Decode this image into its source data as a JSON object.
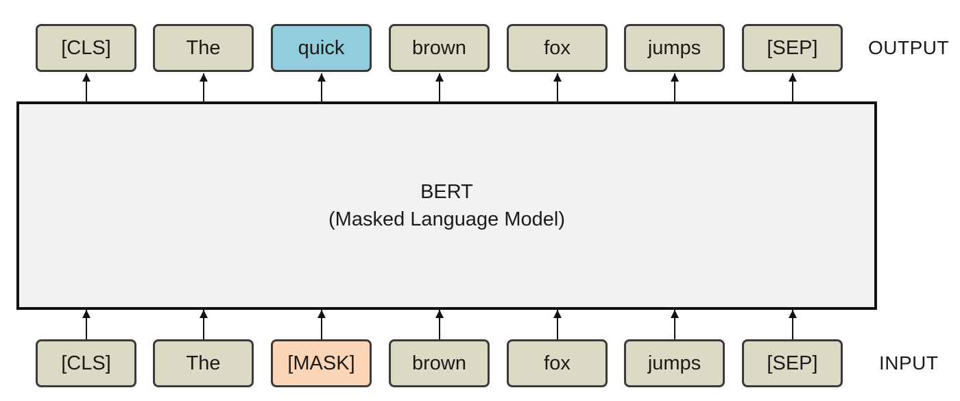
{
  "output_label": "OUTPUT",
  "input_label": "INPUT",
  "model": {
    "title": "BERT",
    "subtitle": "(Masked Language Model)"
  },
  "output_tokens": [
    {
      "text": "[CLS]",
      "fill": "#dcdac5"
    },
    {
      "text": "The",
      "fill": "#dcdac5"
    },
    {
      "text": "quick",
      "fill": "#92cddd"
    },
    {
      "text": "brown",
      "fill": "#dcdac5"
    },
    {
      "text": "fox",
      "fill": "#dcdac5"
    },
    {
      "text": "jumps",
      "fill": "#dcdac5"
    },
    {
      "text": "[SEP]",
      "fill": "#dcdac5"
    }
  ],
  "input_tokens": [
    {
      "text": "[CLS]",
      "fill": "#dcdac5"
    },
    {
      "text": "The",
      "fill": "#dcdac5"
    },
    {
      "text": "[MASK]",
      "fill": "#fbd5b5"
    },
    {
      "text": "brown",
      "fill": "#dcdac5"
    },
    {
      "text": "fox",
      "fill": "#dcdac5"
    },
    {
      "text": "jumps",
      "fill": "#dcdac5"
    },
    {
      "text": "[SEP]",
      "fill": "#dcdac5"
    }
  ],
  "colors": {
    "token_default": "#dcdac5",
    "masked_input": "#fbd5b5",
    "predicted_output": "#92cddd",
    "model_fill": "#f2f2f2",
    "border": "#3a3a3a"
  }
}
